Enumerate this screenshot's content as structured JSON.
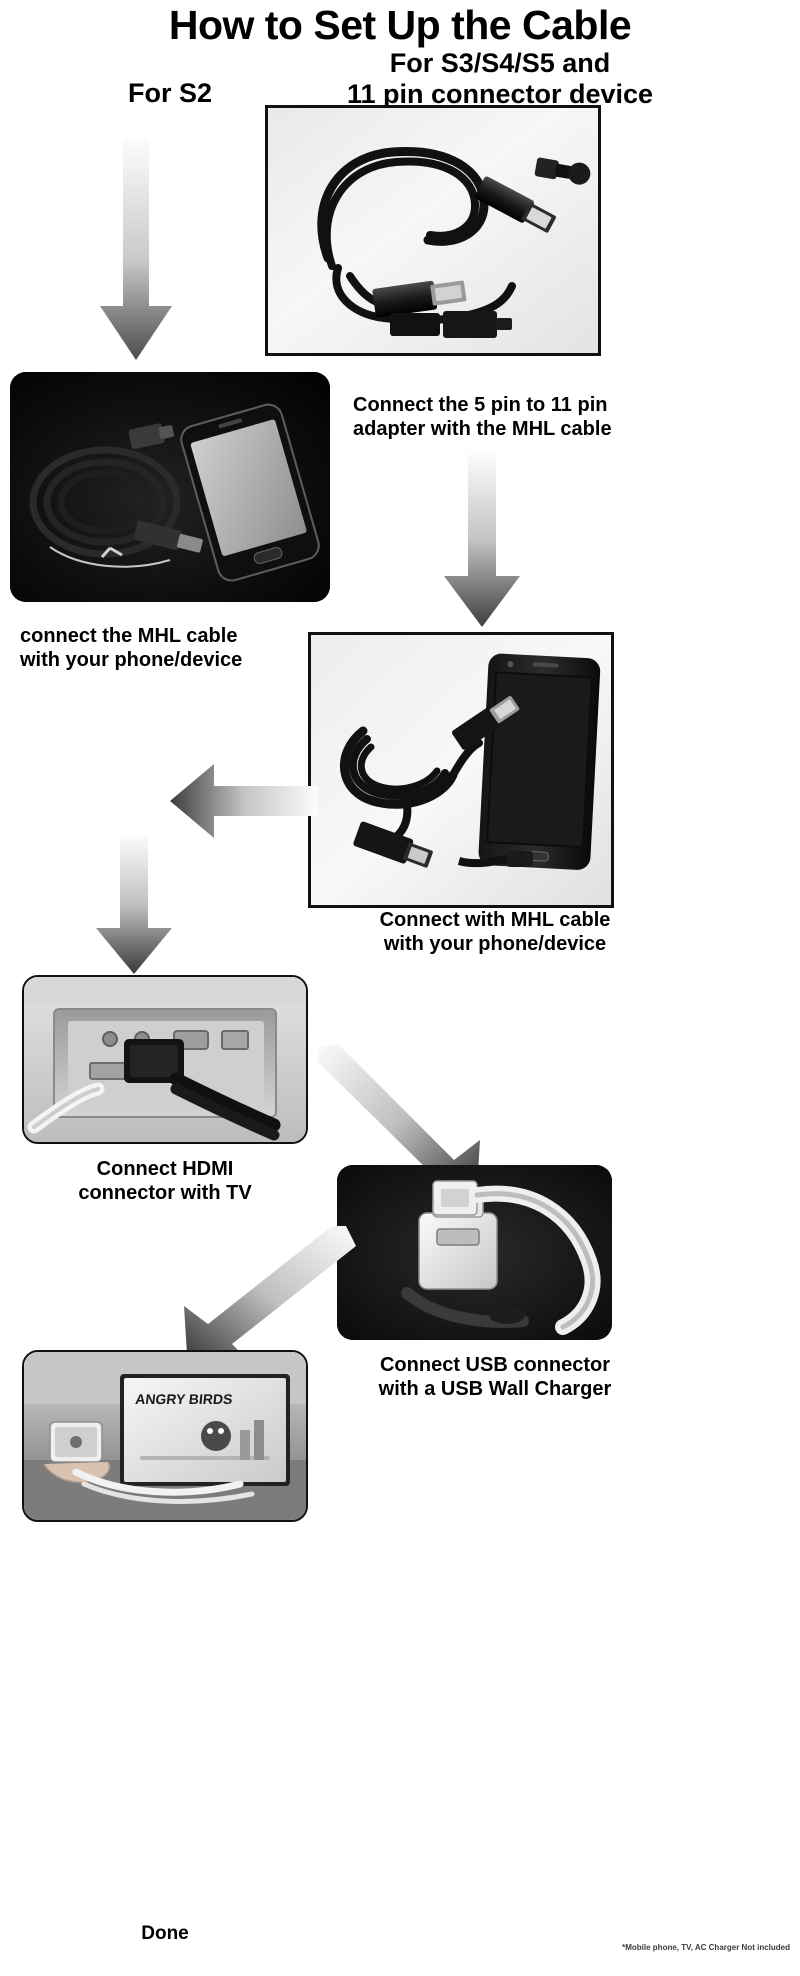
{
  "title": "How to Set Up the Cable",
  "headers": {
    "left": "For S2",
    "right_line1": "For S3/S4/S5 and",
    "right_line2": "11 pin connector device"
  },
  "captions": {
    "adapter_line1": "Connect the 5 pin to 11 pin",
    "adapter_line2": "adapter with the MHL cable",
    "mhl_left_line1": "connect the MHL cable",
    "mhl_left_line2": "with your phone/device",
    "mhl_right_line1": "Connect with MHL cable",
    "mhl_right_line2": "with your phone/device",
    "hdmi_line1": "Connect HDMI",
    "hdmi_line2": "connector with TV",
    "usb_line1": "Connect USB connector",
    "usb_line2": "with a USB Wall Charger",
    "done": "Done"
  },
  "disclaimer": "*Mobile phone, TV, AC Charger Not included",
  "colors": {
    "ink": "#000000",
    "arrow_light": "#fbfbfb",
    "arrow_dark": "#4a4a4a",
    "frame_border": "#111111",
    "photo_bg_light": "#f2f2f2",
    "photo_bg_dark": "#0a0a0a"
  },
  "photos": [
    {
      "id": "cable-kit",
      "alt": "MHL cable with USB, HDMI and 11-pin connectors on white background"
    },
    {
      "id": "s2-phone-cable",
      "alt": "Samsung S2 phone with MHL cable on black background"
    },
    {
      "id": "phone-connected",
      "alt": "Phone connected to MHL cable on white background"
    },
    {
      "id": "tv-hdmi-port",
      "alt": "HDMI connector plugged into TV port"
    },
    {
      "id": "usb-wall-charger",
      "alt": "USB connector plugged into a USB wall charger"
    },
    {
      "id": "tv-angry-birds",
      "alt": "TV screen mirroring a phone showing a game"
    }
  ],
  "arrows": [
    {
      "id": "arrow-s2-down",
      "direction": "down"
    },
    {
      "id": "arrow-adapter-down",
      "direction": "down"
    },
    {
      "id": "arrow-mhl-left",
      "direction": "left"
    },
    {
      "id": "arrow-hdmi-down",
      "direction": "down"
    },
    {
      "id": "arrow-usb-diagonal",
      "direction": "down-right"
    },
    {
      "id": "arrow-done-diagonal",
      "direction": "down-left"
    }
  ]
}
